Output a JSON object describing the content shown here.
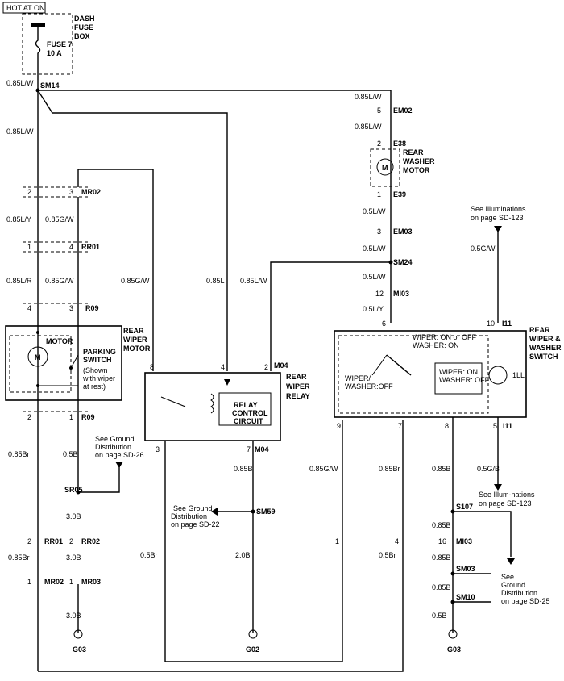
{
  "header": {
    "hot_label": "HOT AT ON",
    "fuse_box": [
      "DASH",
      "FUSE",
      "BOX"
    ],
    "fuse": [
      "FUSE 7",
      "10 A"
    ]
  },
  "wires": {
    "w085LW": "0.85L/W",
    "w085L": "0.85L",
    "w085LY": "0.85L/Y",
    "w085LR": "0.85L/R",
    "w085GW": "0.85G/W",
    "w05LW": "0.5L/W",
    "w05LY": "0.5L/Y",
    "w05GW": "0.5G/W",
    "w085Br": "0.85Br",
    "w05B": "0.5B",
    "w30B": "3.0B",
    "w20B": "2.0B",
    "w085B": "0.85B",
    "w05Br": "0.5Br",
    "w085GW2": "0.85G/W",
    "w085Br2": "0.85Br",
    "w05GB": "0.5G/B",
    "w05B2": "0.5B"
  },
  "connectors": {
    "SM14": "SM14",
    "EM02": "EM02",
    "E38": "E38",
    "E39": "E39",
    "EM03": "EM03",
    "SM24": "SM24",
    "MI03": "MI03",
    "MR02": "MR02",
    "RR01": "RR01",
    "R09": "R09",
    "M04": "M04",
    "I11": "I11",
    "SR05": "SR05",
    "SM59": "SM59",
    "S107": "S107",
    "SM03": "SM03",
    "SM10": "SM10",
    "RR02": "RR02",
    "MR03": "MR03",
    "G03": "G03",
    "G02": "G02"
  },
  "components": {
    "rear_washer_motor": [
      "REAR",
      "WASHER",
      "MOTOR"
    ],
    "rear_wiper_motor": [
      "REAR",
      "WIPER",
      "MOTOR"
    ],
    "motor": "MOTOR",
    "parking_switch": [
      "PARKING",
      "SWITCH",
      "(Shown",
      "with wiper",
      "at rest)"
    ],
    "rear_wiper_relay": [
      "REAR",
      "WIPER",
      "RELAY"
    ],
    "relay_control": [
      "RELAY",
      "CONTROL",
      "CIRCUIT"
    ],
    "rear_wiper_washer_switch": [
      "REAR",
      "WIPER &",
      "WASHER",
      "SWITCH"
    ],
    "sw_wiper_on": [
      "WIPER: ON or OFF",
      "WASHER: ON"
    ],
    "sw_wiper_washer_off": [
      "WIPER/",
      "WASHER:OFF"
    ],
    "sw_wiper_on2": [
      "WIPER: ON",
      "WASHER: OFF"
    ],
    "lamp": "1LL",
    "motor_symbol": "M"
  },
  "notes": {
    "illum_top": [
      "See Illuminations",
      "on page SD-123"
    ],
    "ground_sd26": [
      "See Ground",
      "Distribution",
      "on page SD-26"
    ],
    "ground_sd22": [
      "See Ground",
      "Distribution",
      "on page SD-22"
    ],
    "illum_bottom": [
      "See Illum-nations",
      "on page SD-123"
    ],
    "ground_sd25": [
      "See",
      "Ground",
      "Distribution",
      "on page SD-25"
    ]
  },
  "pins": {
    "p1": "1",
    "p2": "2",
    "p3": "3",
    "p4": "4",
    "p5": "5",
    "p6": "6",
    "p7": "7",
    "p8": "8",
    "p9": "9",
    "p10": "10",
    "p12": "12",
    "p16": "16"
  }
}
